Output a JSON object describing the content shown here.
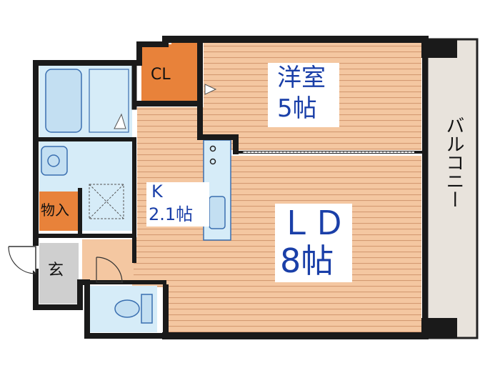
{
  "rooms": {
    "western_room": {
      "name": "洋室",
      "size": "5帖"
    },
    "closet": {
      "name": "CL"
    },
    "kitchen": {
      "name": "K",
      "size": "2.1帖"
    },
    "living_dining": {
      "name": "ＬＤ",
      "size": "8帖"
    },
    "storage": {
      "name": "物入"
    },
    "entrance": {
      "name": "玄"
    },
    "balcony": {
      "name": "バルコニー"
    }
  },
  "colors": {
    "wood_floor": "#f4c7a1",
    "wood_line": "#d49a72",
    "wet_area": "#d6ecf8",
    "closet": "#e8823a",
    "balcony": "#e8e3dc",
    "wall": "#1a1a1a",
    "label_blue": "#1a3fa8",
    "entrance_floor": "#cfcfcf"
  }
}
